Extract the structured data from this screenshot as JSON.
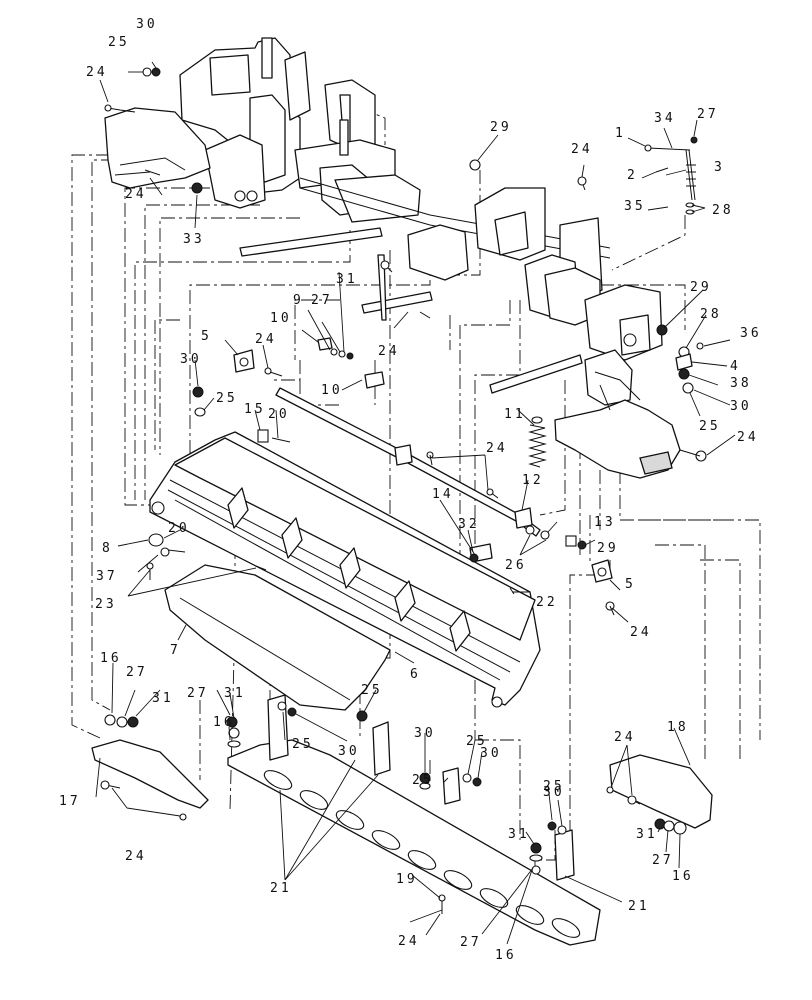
{
  "diagram": {
    "callouts": [
      {
        "id": "c1",
        "text": "30"
      },
      {
        "id": "c2",
        "text": "25"
      },
      {
        "id": "c3",
        "text": "24"
      },
      {
        "id": "c4",
        "text": "24"
      },
      {
        "id": "c5",
        "text": "33"
      },
      {
        "id": "c6",
        "text": "29"
      },
      {
        "id": "c7",
        "text": "24"
      },
      {
        "id": "c8",
        "text": "1"
      },
      {
        "id": "c9",
        "text": "34"
      },
      {
        "id": "c10",
        "text": "27"
      },
      {
        "id": "c11",
        "text": "2"
      },
      {
        "id": "c12",
        "text": "3"
      },
      {
        "id": "c13",
        "text": "35"
      },
      {
        "id": "c14",
        "text": "28"
      },
      {
        "id": "c15",
        "text": "31"
      },
      {
        "id": "c16",
        "text": "9"
      },
      {
        "id": "c17",
        "text": "27"
      },
      {
        "id": "c18",
        "text": "10"
      },
      {
        "id": "c19",
        "text": "5"
      },
      {
        "id": "c20",
        "text": "24"
      },
      {
        "id": "c21",
        "text": "24"
      },
      {
        "id": "c22",
        "text": "10"
      },
      {
        "id": "c23",
        "text": "29"
      },
      {
        "id": "c24",
        "text": "28"
      },
      {
        "id": "c25",
        "text": "36"
      },
      {
        "id": "c26",
        "text": "4"
      },
      {
        "id": "c27",
        "text": "38"
      },
      {
        "id": "c28",
        "text": "30"
      },
      {
        "id": "c29",
        "text": "25"
      },
      {
        "id": "c30",
        "text": "24"
      },
      {
        "id": "c31",
        "text": "30"
      },
      {
        "id": "c32",
        "text": "25"
      },
      {
        "id": "c33",
        "text": "15"
      },
      {
        "id": "c34",
        "text": "20"
      },
      {
        "id": "c35",
        "text": "11"
      },
      {
        "id": "c36",
        "text": "24"
      },
      {
        "id": "c37",
        "text": "12"
      },
      {
        "id": "c38",
        "text": "14"
      },
      {
        "id": "c39",
        "text": "13"
      },
      {
        "id": "c40",
        "text": "29"
      },
      {
        "id": "c41",
        "text": "32"
      },
      {
        "id": "c42",
        "text": "26"
      },
      {
        "id": "c43",
        "text": "8"
      },
      {
        "id": "c44",
        "text": "20"
      },
      {
        "id": "c45",
        "text": "37"
      },
      {
        "id": "c46",
        "text": "23"
      },
      {
        "id": "c47",
        "text": "22"
      },
      {
        "id": "c48",
        "text": "5"
      },
      {
        "id": "c49",
        "text": "24"
      },
      {
        "id": "c50",
        "text": "7"
      },
      {
        "id": "c51",
        "text": "6"
      },
      {
        "id": "c52",
        "text": "16"
      },
      {
        "id": "c53",
        "text": "27"
      },
      {
        "id": "c54",
        "text": "31"
      },
      {
        "id": "c55",
        "text": "27"
      },
      {
        "id": "c56",
        "text": "31"
      },
      {
        "id": "c57",
        "text": "25"
      },
      {
        "id": "c58",
        "text": "16"
      },
      {
        "id": "c59",
        "text": "25"
      },
      {
        "id": "c60",
        "text": "30"
      },
      {
        "id": "c61",
        "text": "30"
      },
      {
        "id": "c62",
        "text": "25"
      },
      {
        "id": "c63",
        "text": "30"
      },
      {
        "id": "c64",
        "text": "25"
      },
      {
        "id": "c65",
        "text": "24"
      },
      {
        "id": "c66",
        "text": "18"
      },
      {
        "id": "c67",
        "text": "25"
      },
      {
        "id": "c68",
        "text": "17"
      },
      {
        "id": "c69",
        "text": "30"
      },
      {
        "id": "c70",
        "text": "31"
      },
      {
        "id": "c71",
        "text": "27"
      },
      {
        "id": "c72",
        "text": "16"
      },
      {
        "id": "c73",
        "text": "24"
      },
      {
        "id": "c74",
        "text": "31"
      },
      {
        "id": "c75",
        "text": "21"
      },
      {
        "id": "c76",
        "text": "21"
      },
      {
        "id": "c77",
        "text": "19"
      },
      {
        "id": "c78",
        "text": "24"
      },
      {
        "id": "c79",
        "text": "27"
      },
      {
        "id": "c80",
        "text": "16"
      }
    ]
  }
}
